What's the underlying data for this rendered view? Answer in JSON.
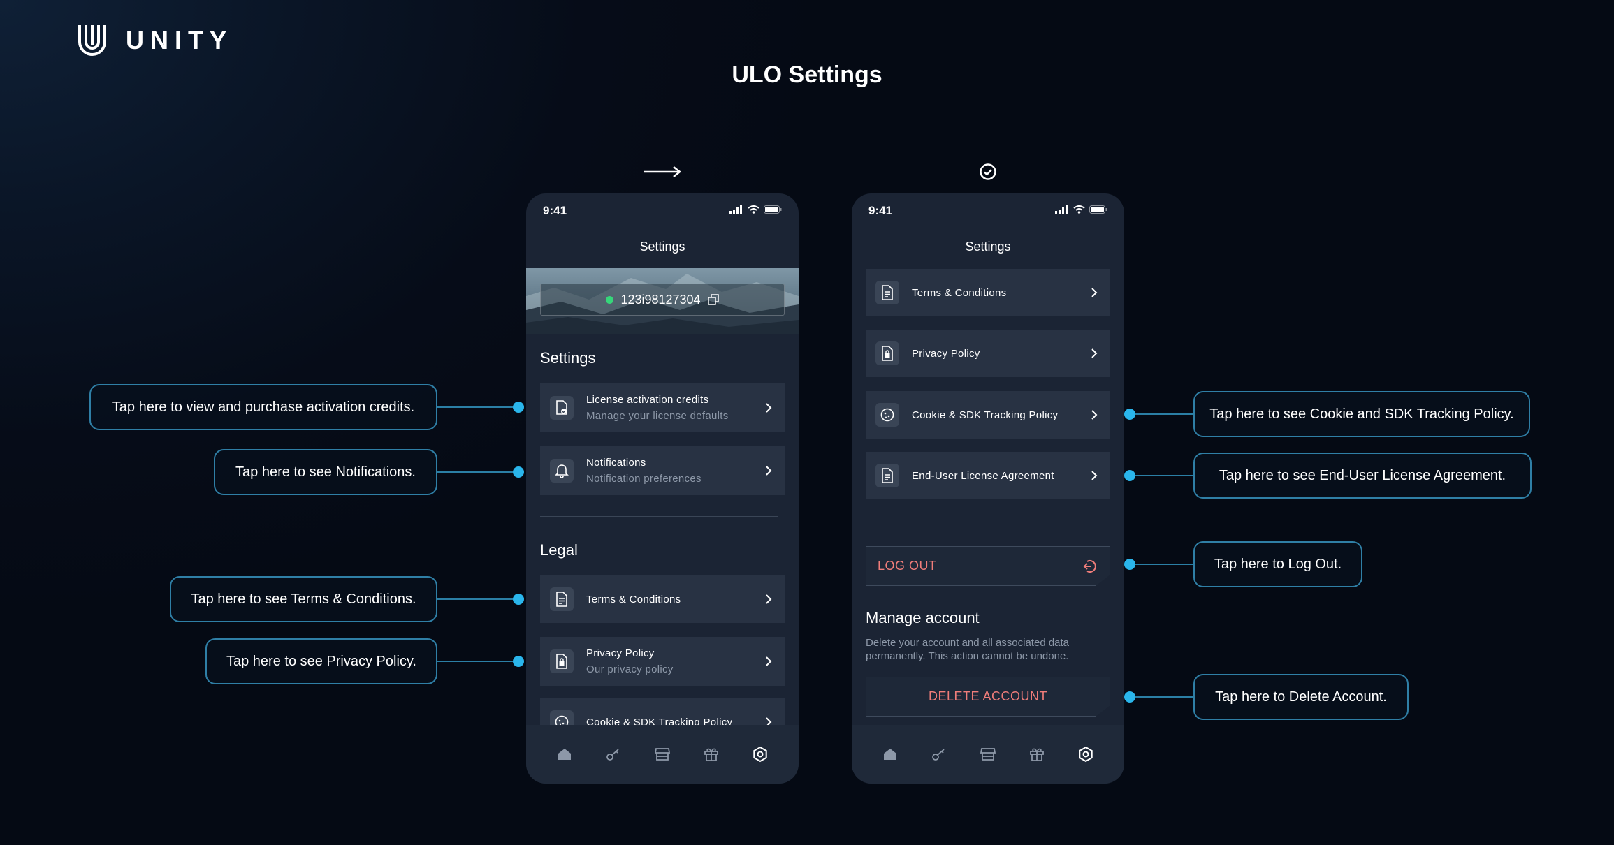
{
  "brand": {
    "name": "UNITY",
    "logo_icon": "unity-u-icon"
  },
  "page": {
    "title": "ULO Settings"
  },
  "markers": {
    "left_icon": "arrow-right-icon",
    "right_icon": "check-circle-icon"
  },
  "phone_left": {
    "status_time": "9:41",
    "title": "Settings",
    "license_id": "123i98127304",
    "section_settings": "Settings",
    "items_settings": [
      {
        "title": "License activation credits",
        "subtitle": "Manage your license defaults"
      },
      {
        "title": "Notifications",
        "subtitle": "Notification preferences"
      }
    ],
    "section_legal": "Legal",
    "items_legal": [
      {
        "title": "Terms & Conditions"
      },
      {
        "title": "Privacy Policy",
        "subtitle": "Our privacy policy"
      },
      {
        "title": "Cookie & SDK Tracking Policy"
      }
    ]
  },
  "phone_right": {
    "status_time": "9:41",
    "title": "Settings",
    "items": [
      {
        "title": "Terms & Conditions"
      },
      {
        "title": "Privacy Policy"
      },
      {
        "title": "Cookie & SDK Tracking Policy"
      },
      {
        "title": "End-User License Agreement"
      }
    ],
    "logout_label": "LOG OUT",
    "manage_title": "Manage account",
    "manage_desc": "Delete your account and all associated data permanently. This action cannot be undone.",
    "delete_label": "DELETE ACCOUNT"
  },
  "tabbar": [
    "home-icon",
    "key-icon",
    "store-icon",
    "gift-icon",
    "settings-icon"
  ],
  "callouts_left": [
    "Tap here to view and purchase activation credits.",
    "Tap here to see Notifications.",
    "Tap here to see Terms & Conditions.",
    "Tap here to see Privacy Policy."
  ],
  "callouts_right": [
    "Tap here to see Cookie and SDK Tracking Policy.",
    "Tap here to see End-User License Agreement.",
    "Tap here to Log Out.",
    "Tap here to Delete Account."
  ],
  "colors": {
    "background": "#060c18",
    "phone": "#1b2434",
    "row": "#283243",
    "accent_line": "#2b7fa5",
    "accent_dot": "#2ab6ec",
    "danger_text": "#f07d7a",
    "online": "#36d67a"
  }
}
